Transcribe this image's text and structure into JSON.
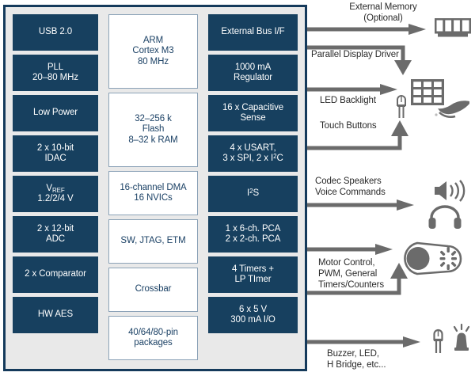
{
  "diagram": {
    "title": "Microcontroller block diagram",
    "accent_dark": "#17405f",
    "accent_border": "#8ba2b7",
    "background": "#e9e9e9",
    "arrow_color": "#6b6b6b"
  },
  "soc": {
    "columns": [
      {
        "name": "left-column",
        "style": "dark",
        "blocks": [
          {
            "lines": [
              "USB 2.0"
            ],
            "h": 46
          },
          {
            "lines": [
              "PLL",
              "20–80 MHz"
            ],
            "h": 46
          },
          {
            "lines": [
              "Low Power"
            ],
            "h": 46
          },
          {
            "lines": [
              "2 x 10-bit",
              "IDAC"
            ],
            "h": 46
          },
          {
            "lines": [
              "V<sub>REF</sub>",
              "1.2/2/4 V"
            ],
            "h": 46,
            "html": true
          },
          {
            "lines": [
              "2 x 12-bit",
              "ADC"
            ],
            "h": 46
          },
          {
            "lines": [
              "2 x Comparator"
            ],
            "h": 46
          },
          {
            "lines": [
              "HW AES"
            ],
            "h": 46
          }
        ]
      },
      {
        "name": "middle-column",
        "style": "light",
        "blocks": [
          {
            "lines": [
              "ARM",
              "Cortex M3",
              "80 MHz"
            ],
            "h": 94
          },
          {
            "lines": [
              "32–256 k",
              "Flash",
              "8–32 k RAM"
            ],
            "h": 94
          },
          {
            "lines": [
              "16-channel DMA",
              "16 NVICs"
            ],
            "h": 56
          },
          {
            "lines": [
              "SW, JTAG, ETM"
            ],
            "h": 56
          },
          {
            "lines": [
              "Crossbar"
            ],
            "h": 56
          },
          {
            "lines": [
              "40/64/80-pin",
              "packages"
            ],
            "h": 56
          }
        ]
      },
      {
        "name": "right-column",
        "style": "dark",
        "blocks": [
          {
            "lines": [
              "External Bus I/F"
            ],
            "h": 46
          },
          {
            "lines": [
              "1000 mA",
              "Regulator"
            ],
            "h": 46
          },
          {
            "lines": [
              "16 x Capacitive",
              "Sense"
            ],
            "h": 46
          },
          {
            "lines": [
              "4 x USART,",
              "3 x SPI, 2 x I<sup>2</sup>C"
            ],
            "h": 46,
            "html": true
          },
          {
            "lines": [
              "I<sup>2</sup>S"
            ],
            "h": 46,
            "html": true
          },
          {
            "lines": [
              "1 x 6-ch. PCA",
              "2 x 2-ch. PCA"
            ],
            "h": 46
          },
          {
            "lines": [
              "4 Timers +",
              "LP TImer"
            ],
            "h": 46
          },
          {
            "lines": [
              "6 x 5 V",
              "300 mA I/O"
            ],
            "h": 46
          }
        ]
      }
    ]
  },
  "peripherals": [
    {
      "name": "external-memory",
      "label_lines": [
        "External Memory",
        "(Optional)"
      ],
      "icon": "ram-module-icon",
      "direction": "out"
    },
    {
      "name": "parallel-display-driver",
      "label_lines": [
        "Parallel Display Driver"
      ],
      "icon": "display-grid-icon",
      "direction": "out"
    },
    {
      "name": "led-backlight",
      "label_lines": [
        "LED Backlight"
      ],
      "icon": "led-icon",
      "direction": "out"
    },
    {
      "name": "touch-buttons",
      "label_lines": [
        "Touch Buttons"
      ],
      "icon": "hand-touch-icon",
      "direction": "in"
    },
    {
      "name": "codec-speakers",
      "label_lines": [
        "Codec Speakers",
        "Voice Commands"
      ],
      "icon": "speaker-headphones-icon",
      "direction": "out"
    },
    {
      "name": "motor-control",
      "label_lines": [
        "Motor Control,",
        "PWM, General",
        "Timers/Counters"
      ],
      "icon": "motor-icon",
      "direction": "both"
    },
    {
      "name": "buzzer-led",
      "label_lines": [
        "Buzzer, LED,",
        "H Bridge, etc..."
      ],
      "icon": "buzzer-led-icon",
      "direction": "out"
    }
  ]
}
